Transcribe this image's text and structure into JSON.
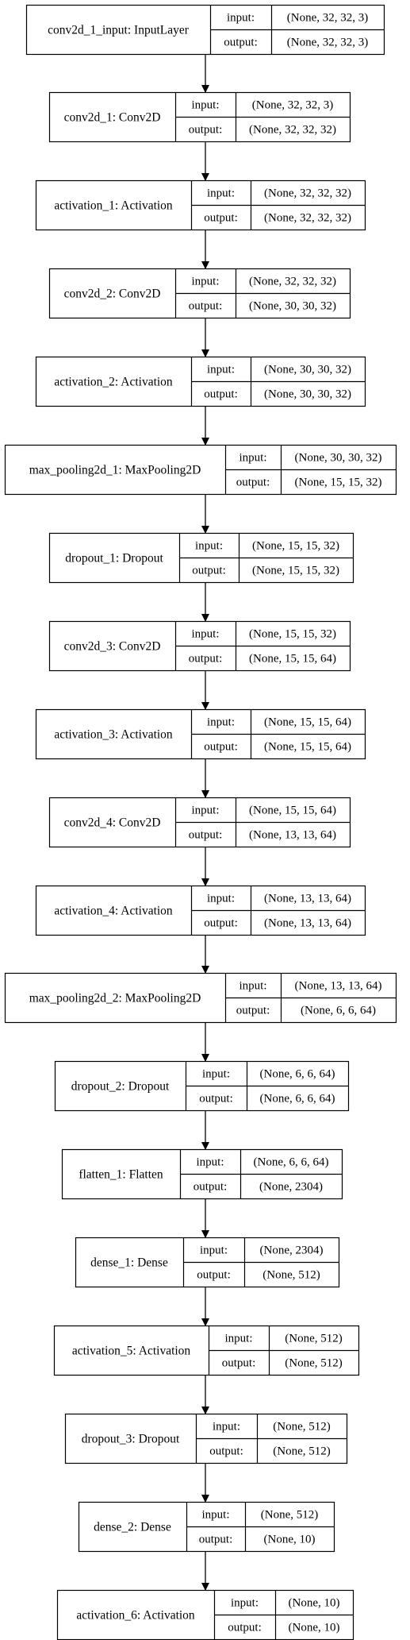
{
  "port_labels": {
    "input": "input:",
    "output": "output:"
  },
  "colors": {
    "stroke": "#000000",
    "background": "#ffffff"
  },
  "layers": [
    {
      "name": "conv2d_1_input: InputLayer",
      "input": "(None, 32, 32, 3)",
      "output": "(None, 32, 32, 3)"
    },
    {
      "name": "conv2d_1: Conv2D",
      "input": "(None, 32, 32, 3)",
      "output": "(None, 32, 32, 32)"
    },
    {
      "name": "activation_1: Activation",
      "input": "(None, 32, 32, 32)",
      "output": "(None, 32, 32, 32)"
    },
    {
      "name": "conv2d_2: Conv2D",
      "input": "(None, 32, 32, 32)",
      "output": "(None, 30, 30, 32)"
    },
    {
      "name": "activation_2: Activation",
      "input": "(None, 30, 30, 32)",
      "output": "(None, 30, 30, 32)"
    },
    {
      "name": "max_pooling2d_1: MaxPooling2D",
      "input": "(None, 30, 30, 32)",
      "output": "(None, 15, 15, 32)"
    },
    {
      "name": "dropout_1: Dropout",
      "input": "(None, 15, 15, 32)",
      "output": "(None, 15, 15, 32)"
    },
    {
      "name": "conv2d_3: Conv2D",
      "input": "(None, 15, 15, 32)",
      "output": "(None, 15, 15, 64)"
    },
    {
      "name": "activation_3: Activation",
      "input": "(None, 15, 15, 64)",
      "output": "(None, 15, 15, 64)"
    },
    {
      "name": "conv2d_4: Conv2D",
      "input": "(None, 15, 15, 64)",
      "output": "(None, 13, 13, 64)"
    },
    {
      "name": "activation_4: Activation",
      "input": "(None, 13, 13, 64)",
      "output": "(None, 13, 13, 64)"
    },
    {
      "name": "max_pooling2d_2: MaxPooling2D",
      "input": "(None, 13, 13, 64)",
      "output": "(None, 6, 6, 64)"
    },
    {
      "name": "dropout_2: Dropout",
      "input": "(None, 6, 6, 64)",
      "output": "(None, 6, 6, 64)"
    },
    {
      "name": "flatten_1: Flatten",
      "input": "(None, 6, 6, 64)",
      "output": "(None, 2304)"
    },
    {
      "name": "dense_1: Dense",
      "input": "(None, 2304)",
      "output": "(None, 512)"
    },
    {
      "name": "activation_5: Activation",
      "input": "(None, 512)",
      "output": "(None, 512)"
    },
    {
      "name": "dropout_3: Dropout",
      "input": "(None, 512)",
      "output": "(None, 512)"
    },
    {
      "name": "dense_2: Dense",
      "input": "(None, 512)",
      "output": "(None, 10)"
    },
    {
      "name": "activation_6: Activation",
      "input": "(None, 10)",
      "output": "(None, 10)"
    }
  ]
}
